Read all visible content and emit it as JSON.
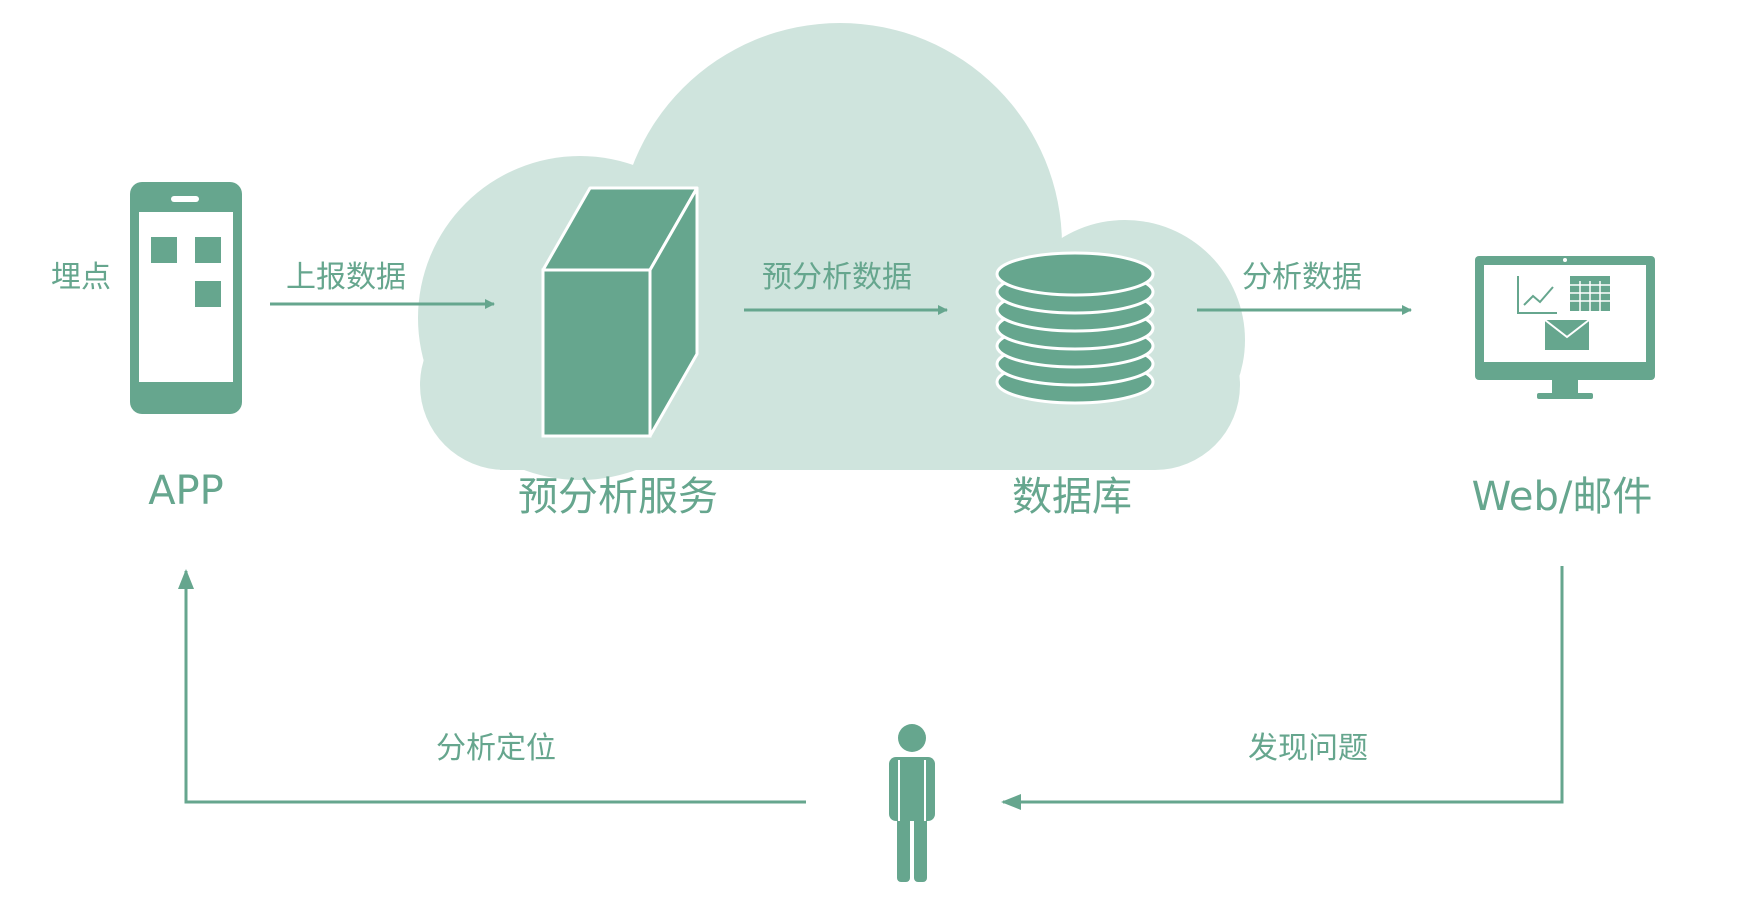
{
  "labels": {
    "tracking": "埋点",
    "report": "上报数据",
    "preanalyze_data": "预分析数据",
    "analyze_data": "分析数据",
    "locate": "分析定位",
    "find_issue": "发现问题"
  },
  "nodes": {
    "app": "APP",
    "preanalysis": "预分析服务",
    "database": "数据库",
    "web_mail": "Web/邮件"
  },
  "colors": {
    "primary": "#66a68e",
    "cloud": "#cfe4dd",
    "background": "#ffffff"
  },
  "icons": [
    "phone-icon",
    "server-icon",
    "database-icon",
    "monitor-icon",
    "person-icon",
    "cloud-icon"
  ]
}
